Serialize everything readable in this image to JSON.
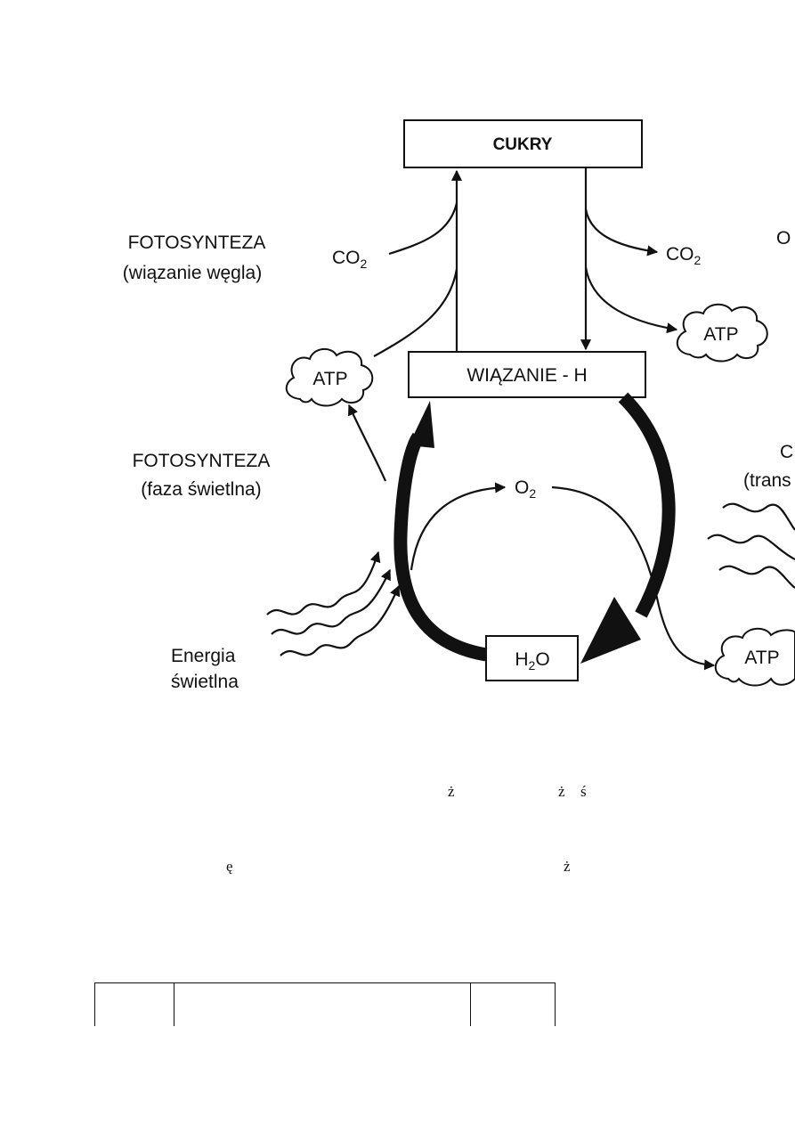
{
  "diagram": {
    "cukry": "CUKRY",
    "wiazanie": "WIĄZANIE - H",
    "fotosynteza1": "FOTOSYNTEZA",
    "wiazanie_wegla": "(wiązanie węgla)",
    "fotosynteza2": "FOTOSYNTEZA",
    "faza_swietlna": "(faza świetlna)",
    "co2_in": "CO",
    "co2_in_sub": "2",
    "co2_out": "CO",
    "co2_out_sub": "2",
    "o2": "O",
    "o2_sub": "2",
    "h2o_h": "H",
    "h2o_sub": "2",
    "h2o_o": "O",
    "atp": "ATP",
    "energia": "Energia",
    "swietlna": "świetlna",
    "right_o": "O",
    "right_c": "C",
    "right_trans": "(trans"
  },
  "stray_text": {
    "a": "ż",
    "b": "ż",
    "c": "ś",
    "d": "ę",
    "e": "ż"
  }
}
